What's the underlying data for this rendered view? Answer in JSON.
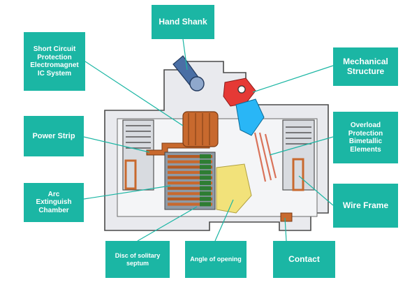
{
  "labels": {
    "hand_shank": "Hand Shank",
    "short_circuit": [
      "Short Circuit",
      "Protection",
      "Electromagnet",
      "IC System"
    ],
    "mechanical": [
      "Mechanical",
      "Structure"
    ],
    "power_strip": "Power Strip",
    "overload": [
      "Overload",
      "Protection",
      "Bimetallic",
      "Elements"
    ],
    "arc": [
      "Arc",
      "Extinguish",
      "Chamber"
    ],
    "wire_frame": "Wire Frame",
    "disc": [
      "Disc of solitary",
      "septum"
    ],
    "angle": "Angle of opening",
    "contact": "Contact"
  },
  "colors": {
    "label_bg": "#1bb6a4",
    "label_text": "#ffffff",
    "leader": "#1bb6a4",
    "housing": "#e9eaee",
    "outline": "#4a4a4a",
    "copper": "#c8692e",
    "green_plate": "#2e7d32",
    "mechanism_red": "#e53935",
    "mechanism_cyan": "#29b6f6",
    "handle_blue": "#4a6fa5",
    "yellow_zone": "#f2e27a"
  }
}
